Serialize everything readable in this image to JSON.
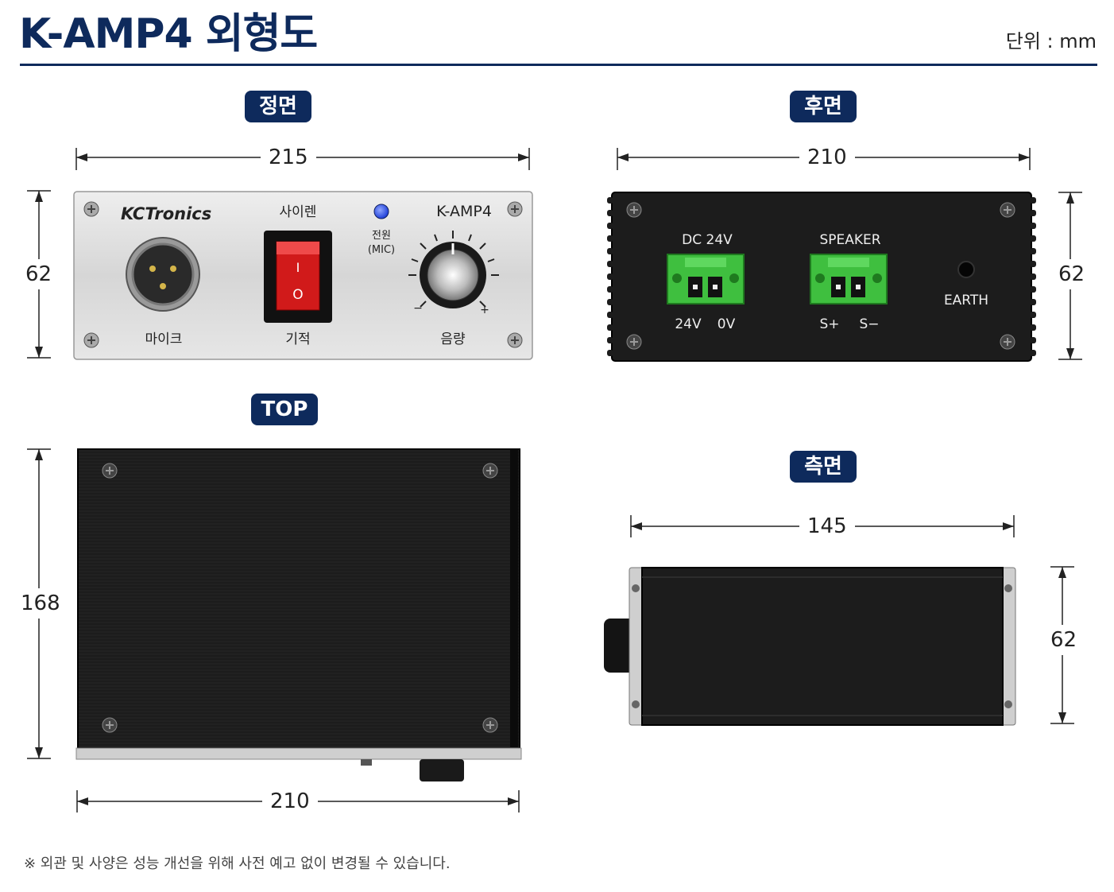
{
  "header": {
    "title": "K-AMP4 외형도",
    "unit": "단위 : mm"
  },
  "views": {
    "front": {
      "badge": "정면",
      "width": "215",
      "height": "62",
      "brand": "KCTronics",
      "model": "K-AMP4",
      "siren_label": "사이렌",
      "power_label": "전원",
      "power_sub": "(MIC)",
      "mic_label": "마이크",
      "whistle_label": "기적",
      "volume_label": "음량",
      "switch_on": "I",
      "switch_off": "O",
      "knob_minus": "−",
      "knob_plus": "+"
    },
    "rear": {
      "badge": "후면",
      "width": "210",
      "height": "62",
      "dc_label": "DC 24V",
      "speaker_label": "SPEAKER",
      "earth_label": "EARTH",
      "dc_pin1": "24V",
      "dc_pin2": "0V",
      "sp_pin1": "S+",
      "sp_pin2": "S−"
    },
    "top": {
      "badge": "TOP",
      "depth": "168",
      "width": "210"
    },
    "side": {
      "badge": "측면",
      "length": "145",
      "height": "62"
    }
  },
  "footnote": "※ 외관 및 사양은 성능 개선을 위해 사전 예고 없이 변경될 수 있습니다.",
  "colors": {
    "navy": "#0e2a5c",
    "switch_red": "#d11a1a",
    "terminal_green": "#3fbf3f",
    "led_blue": "#1f3fd8",
    "panel_silver": "#d9d9d9",
    "body_black": "#1a1a1a"
  }
}
